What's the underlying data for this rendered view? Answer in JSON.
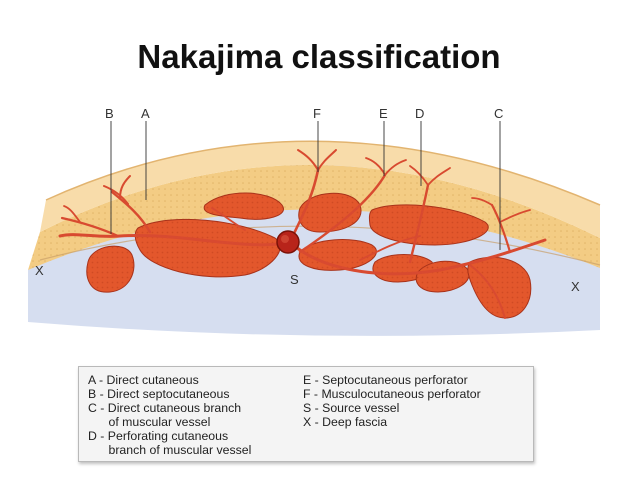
{
  "title": "Nakajima classification",
  "markers": {
    "A": "A",
    "B": "B",
    "C": "C",
    "D": "D",
    "E": "E",
    "F": "F",
    "S": "S",
    "X_left": "X",
    "X_right": "X"
  },
  "legend": {
    "left": [
      "A - Direct cutaneous",
      "B - Direct septocutaneous",
      "C - Direct cutaneous branch",
      "      of muscular vessel",
      "D - Perforating cutaneous",
      "      branch of muscular vessel"
    ],
    "right": [
      "E - Septocutaneous perforator",
      "F - Musculocutaneous perforator",
      "S - Source vessel",
      "X - Deep fascia"
    ]
  },
  "colors": {
    "skin": "#f7d9a5",
    "fat": "#f4ce86",
    "deep_tissue": "#d4dcf0",
    "muscle": "#e3572c",
    "vessel": "#d84a30"
  }
}
